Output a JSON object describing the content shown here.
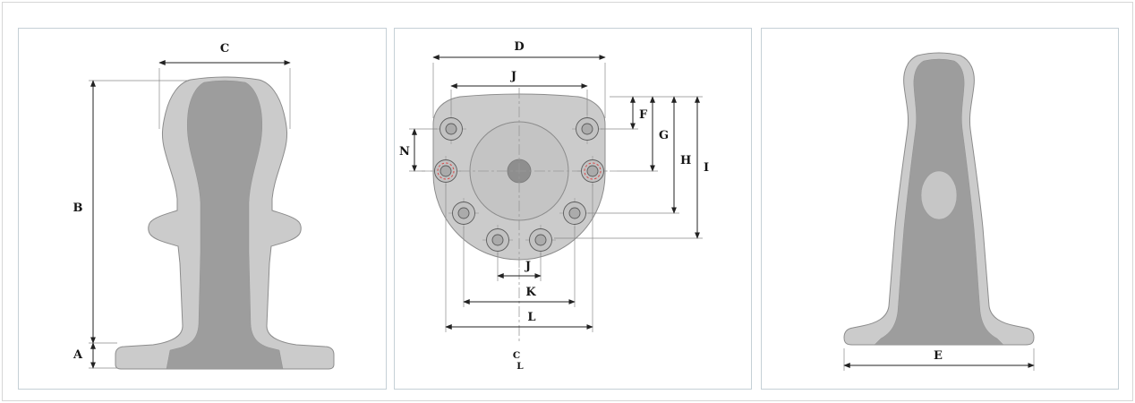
{
  "front_view": {
    "dim_c": "C",
    "dim_b": "B",
    "dim_a": "A"
  },
  "top_view": {
    "dim_d": "D",
    "dim_j_top": "J",
    "dim_n": "N",
    "dim_f": "F",
    "dim_g": "G",
    "dim_h": "H",
    "dim_i": "I",
    "dim_j_bottom": "J",
    "dim_k": "K",
    "dim_l": "L",
    "centerline_c": "C",
    "centerline_l": "L"
  },
  "side_view": {
    "dim_e": "E"
  },
  "colors": {
    "body_light": "#cbcbcb",
    "body_dark": "#9d9d9d",
    "outline": "#8c8c8c",
    "dimension_line": "#222222",
    "hole_accent_red": "#d94848",
    "panel_border": "#c5d0d6",
    "frame_border": "#d6d6d6"
  }
}
